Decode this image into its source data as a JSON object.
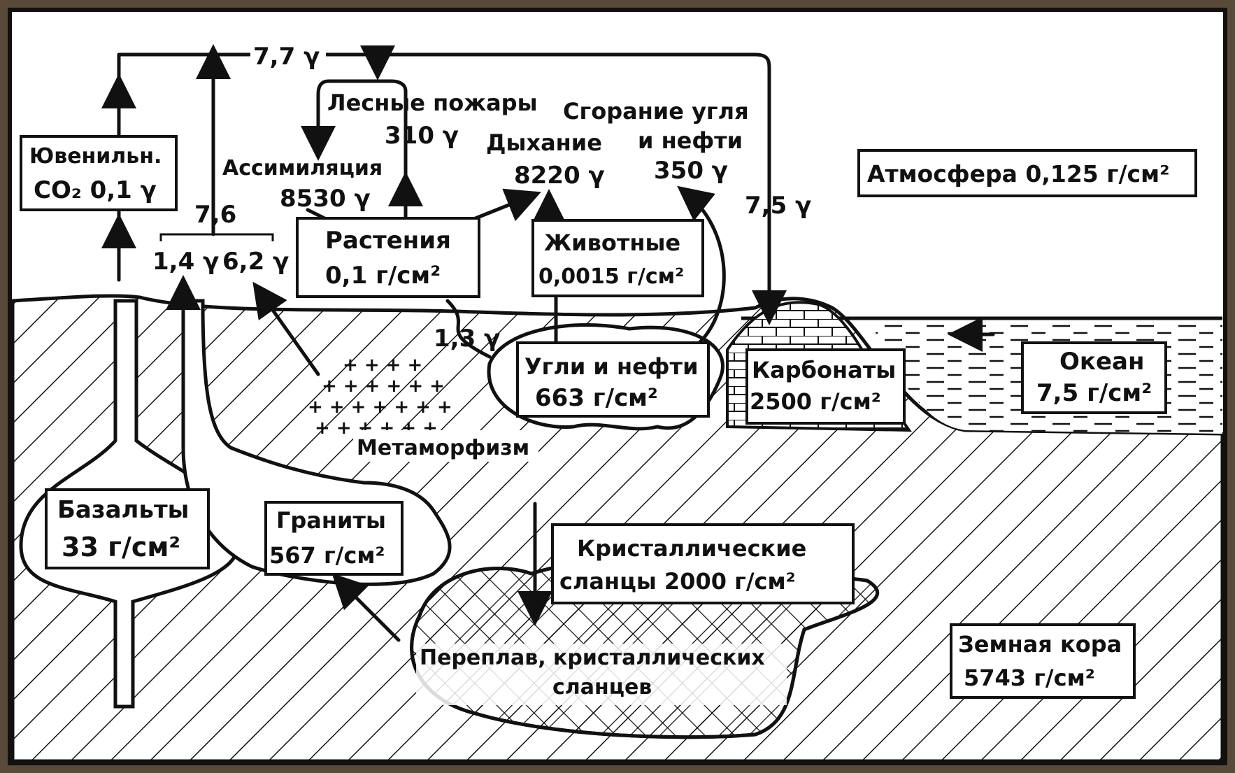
{
  "labels": {
    "flux_top": "7,7 γ",
    "fires": "Лесные пожары",
    "fires_val": "310 γ",
    "coal_burn_1": "Сгорание угля",
    "coal_burn_2": "и нефти",
    "coal_burn_val": "350 γ",
    "juvenile_1": "Ювенильн.",
    "juvenile_2": "CO₂ 0,1 γ",
    "assim": "Ассимиляция",
    "assim_val": "8530 γ",
    "resp": "Дыхание",
    "resp_val": "8220 γ",
    "atmos": "Атмосфера 0,125 г/см²",
    "flux_76": "7,6",
    "flux_75": "7,5 γ",
    "flux_14": "1,4 γ",
    "flux_62": "6,2 γ",
    "flux_13": "1,3 γ",
    "plants_1": "Растения",
    "plants_2": "0,1 г/см²",
    "animals_1": "Животные",
    "animals_2": "0,0015 г/см²",
    "coal_1": "Угли и нефти",
    "coal_2": "663 г/см²",
    "carb_1": "Карбонаты",
    "carb_2": "2500 г/см²",
    "ocean_1": "Океан",
    "ocean_2": "7,5 г/см²",
    "metamorph": "Метаморфизм",
    "basalt_1": "Базальты",
    "basalt_2": "33 г/см²",
    "granite_1": "Граниты",
    "granite_2": "567 г/см²",
    "schist_1": "Кристаллические",
    "schist_2": "сланцы 2000 г/см²",
    "remelt_1": "Переплав, кристаллических",
    "remelt_2": "сланцев",
    "crust_1": "Земная кора",
    "crust_2": "5743 г/см²"
  }
}
